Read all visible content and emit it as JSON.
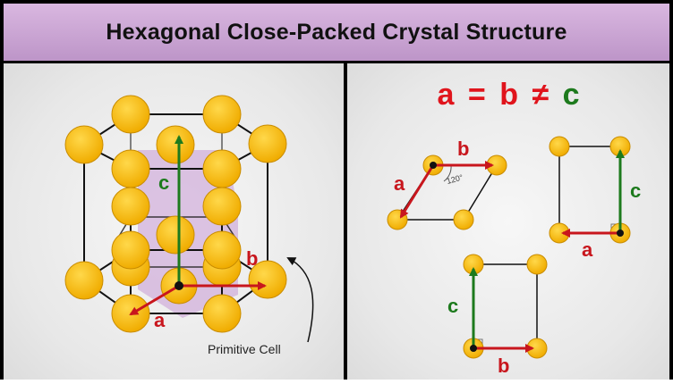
{
  "title": "Hexagonal Close-Packed Crystal Structure",
  "left_panel": {
    "axis_labels": {
      "a": "a",
      "b": "b",
      "c": "c"
    },
    "primitive_cell_label": "Primitive Cell"
  },
  "right_panel": {
    "equation": {
      "a": "a",
      "eq": "=",
      "b": "b",
      "neq": "≠",
      "c": "c"
    },
    "views": {
      "ab_plane": {
        "a": "a",
        "b": "b",
        "angle": "120°"
      },
      "ac_plane": {
        "a": "a",
        "c": "c"
      },
      "bc_plane": {
        "b": "b",
        "c": "c"
      }
    }
  },
  "colors": {
    "title_bg": "#c8a2d0",
    "atom": "#f5b800",
    "axis_a_b": "#c8161d",
    "axis_c": "#1d7a1d",
    "primitive_cell": "#c9a0d6"
  }
}
